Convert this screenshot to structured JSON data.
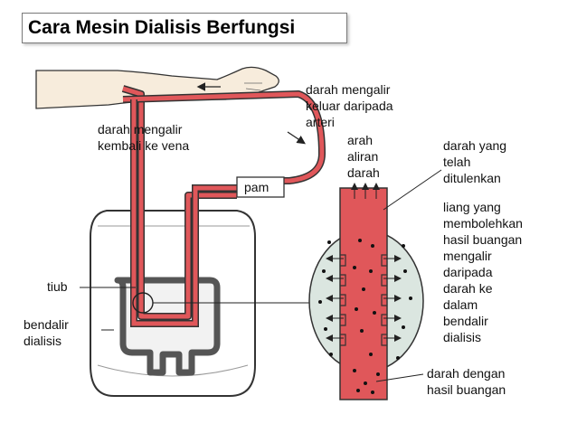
{
  "title": "Cara Mesin Dialisis Berfungsi",
  "labels": {
    "outflow_line1": "darah mengalir",
    "outflow_line2": "keluar daripada",
    "outflow_line3": "arteri",
    "return_line1": "darah mengalir",
    "return_line2": "kembali ke vena",
    "pump": "pam",
    "direction_line1": "arah",
    "direction_line2": "aliran",
    "direction_line3": "darah",
    "filtered_line1": "darah yang",
    "filtered_line2": "telah",
    "filtered_line3": "ditulenkan",
    "pores_line1": "liang yang",
    "pores_line2": "membolehkan",
    "pores_line3": "hasil buangan",
    "pores_line4": "mengalir",
    "pores_line5": "daripada",
    "pores_line6": "darah ke",
    "pores_line7": "dalam",
    "pores_line8": "bendalir",
    "pores_line9": "dialisis",
    "tube": "tiub",
    "fluid_line1": "bendalir",
    "fluid_line2": "dialisis",
    "waste_line1": "darah dengan",
    "waste_line2": "hasil buangan"
  },
  "colors": {
    "blood": "#e0575a",
    "fluid": "#dbe6e0",
    "outline": "#333333",
    "skin": "#f7ecdc"
  }
}
